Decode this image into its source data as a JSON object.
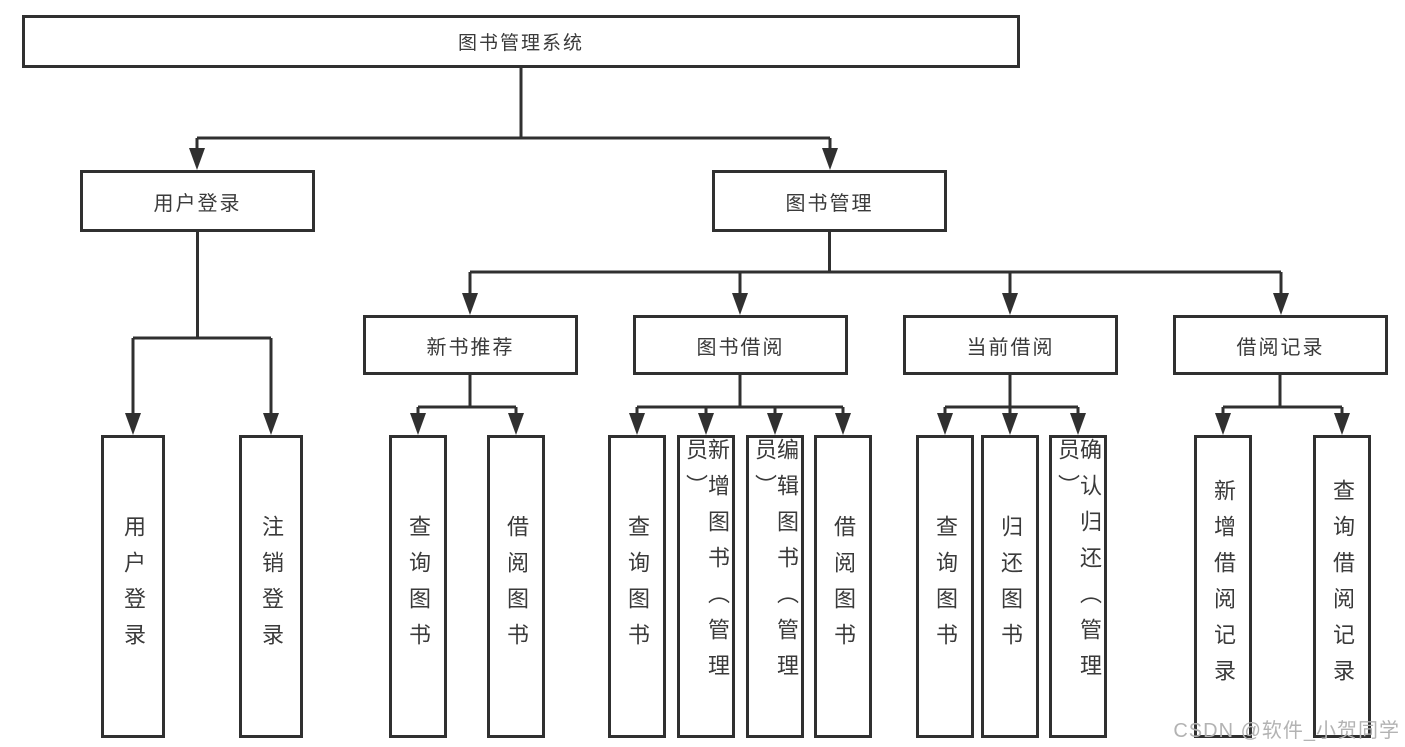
{
  "tree": {
    "label": "图书管理系统",
    "children": [
      {
        "label": "用户登录",
        "children": [
          {
            "label": "用户登录"
          },
          {
            "label": "注销登录"
          }
        ]
      },
      {
        "label": "图书管理",
        "children": [
          {
            "label": "新书推荐",
            "children": [
              {
                "label": "查询图书"
              },
              {
                "label": "借阅图书"
              }
            ]
          },
          {
            "label": "图书借阅",
            "children": [
              {
                "label": "查询图书"
              },
              {
                "label": "新增图书（管理员）"
              },
              {
                "label": "编辑图书（管理员）"
              },
              {
                "label": "借阅图书"
              }
            ]
          },
          {
            "label": "当前借阅",
            "children": [
              {
                "label": "查询图书"
              },
              {
                "label": "归还图书"
              },
              {
                "label": "确认归还（管理员）"
              }
            ]
          },
          {
            "label": "借阅记录",
            "children": [
              {
                "label": "新增借阅记录"
              },
              {
                "label": "查询借阅记录"
              }
            ]
          }
        ]
      }
    ]
  },
  "watermark": {
    "text": "CSDN @软件_小贺同学"
  },
  "colors": {
    "line": "#303030",
    "box_border": "#303030",
    "text": "#3a3a3a",
    "watermark": "#b3b3b3",
    "background": "#ffffff"
  }
}
